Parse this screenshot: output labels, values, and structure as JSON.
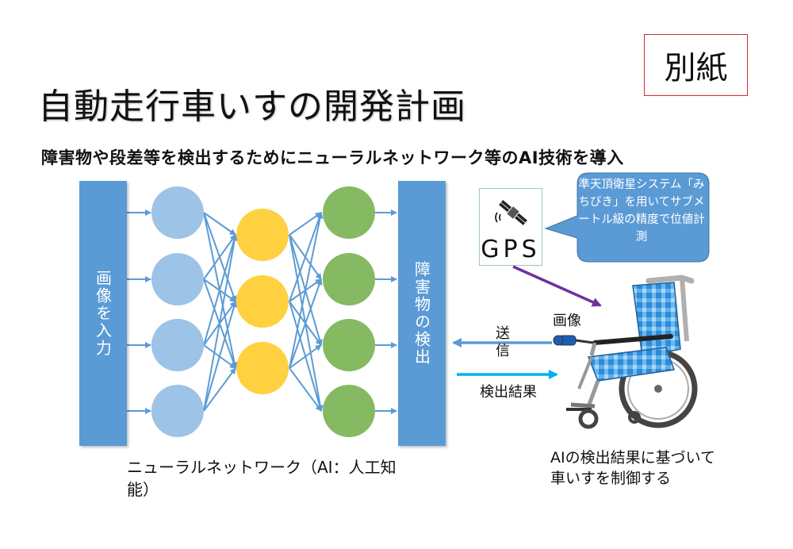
{
  "stamp": {
    "label": "別紙"
  },
  "title": "自動走行車いすの開発計画",
  "subtitle": "障害物や段差等を検出するためにニューラルネットワーク等のAI技術を導入",
  "network": {
    "input_label": "画像を入力",
    "output_label": "障害物の検出",
    "caption": "ニューラルネットワーク（AI：人工知能）"
  },
  "gps": {
    "label": "GPS",
    "callout": "準天頂衛星システム「みちびき」を用いてサブメートル級の精度で位値計測"
  },
  "flow": {
    "image_label": "画像",
    "send_label": "送信",
    "result_label": "検出結果"
  },
  "control_text": "AIの検出結果に基づいて車いすを制御する",
  "colors": {
    "bar_blue": "#5b9bd5",
    "node_blue": "#9dc3e6",
    "node_orange": "#ffc000",
    "node_green": "#70ad47",
    "arrow_purple": "#7030a0",
    "arrow_cyan": "#00b0f0",
    "callout_blue": "#5b9bd5",
    "stamp_border": "#d62b2b",
    "wheelchair_blue": "#2e8bd8"
  },
  "icons": [
    "satellite-icon",
    "wheelchair-icon",
    "camera-icon"
  ]
}
